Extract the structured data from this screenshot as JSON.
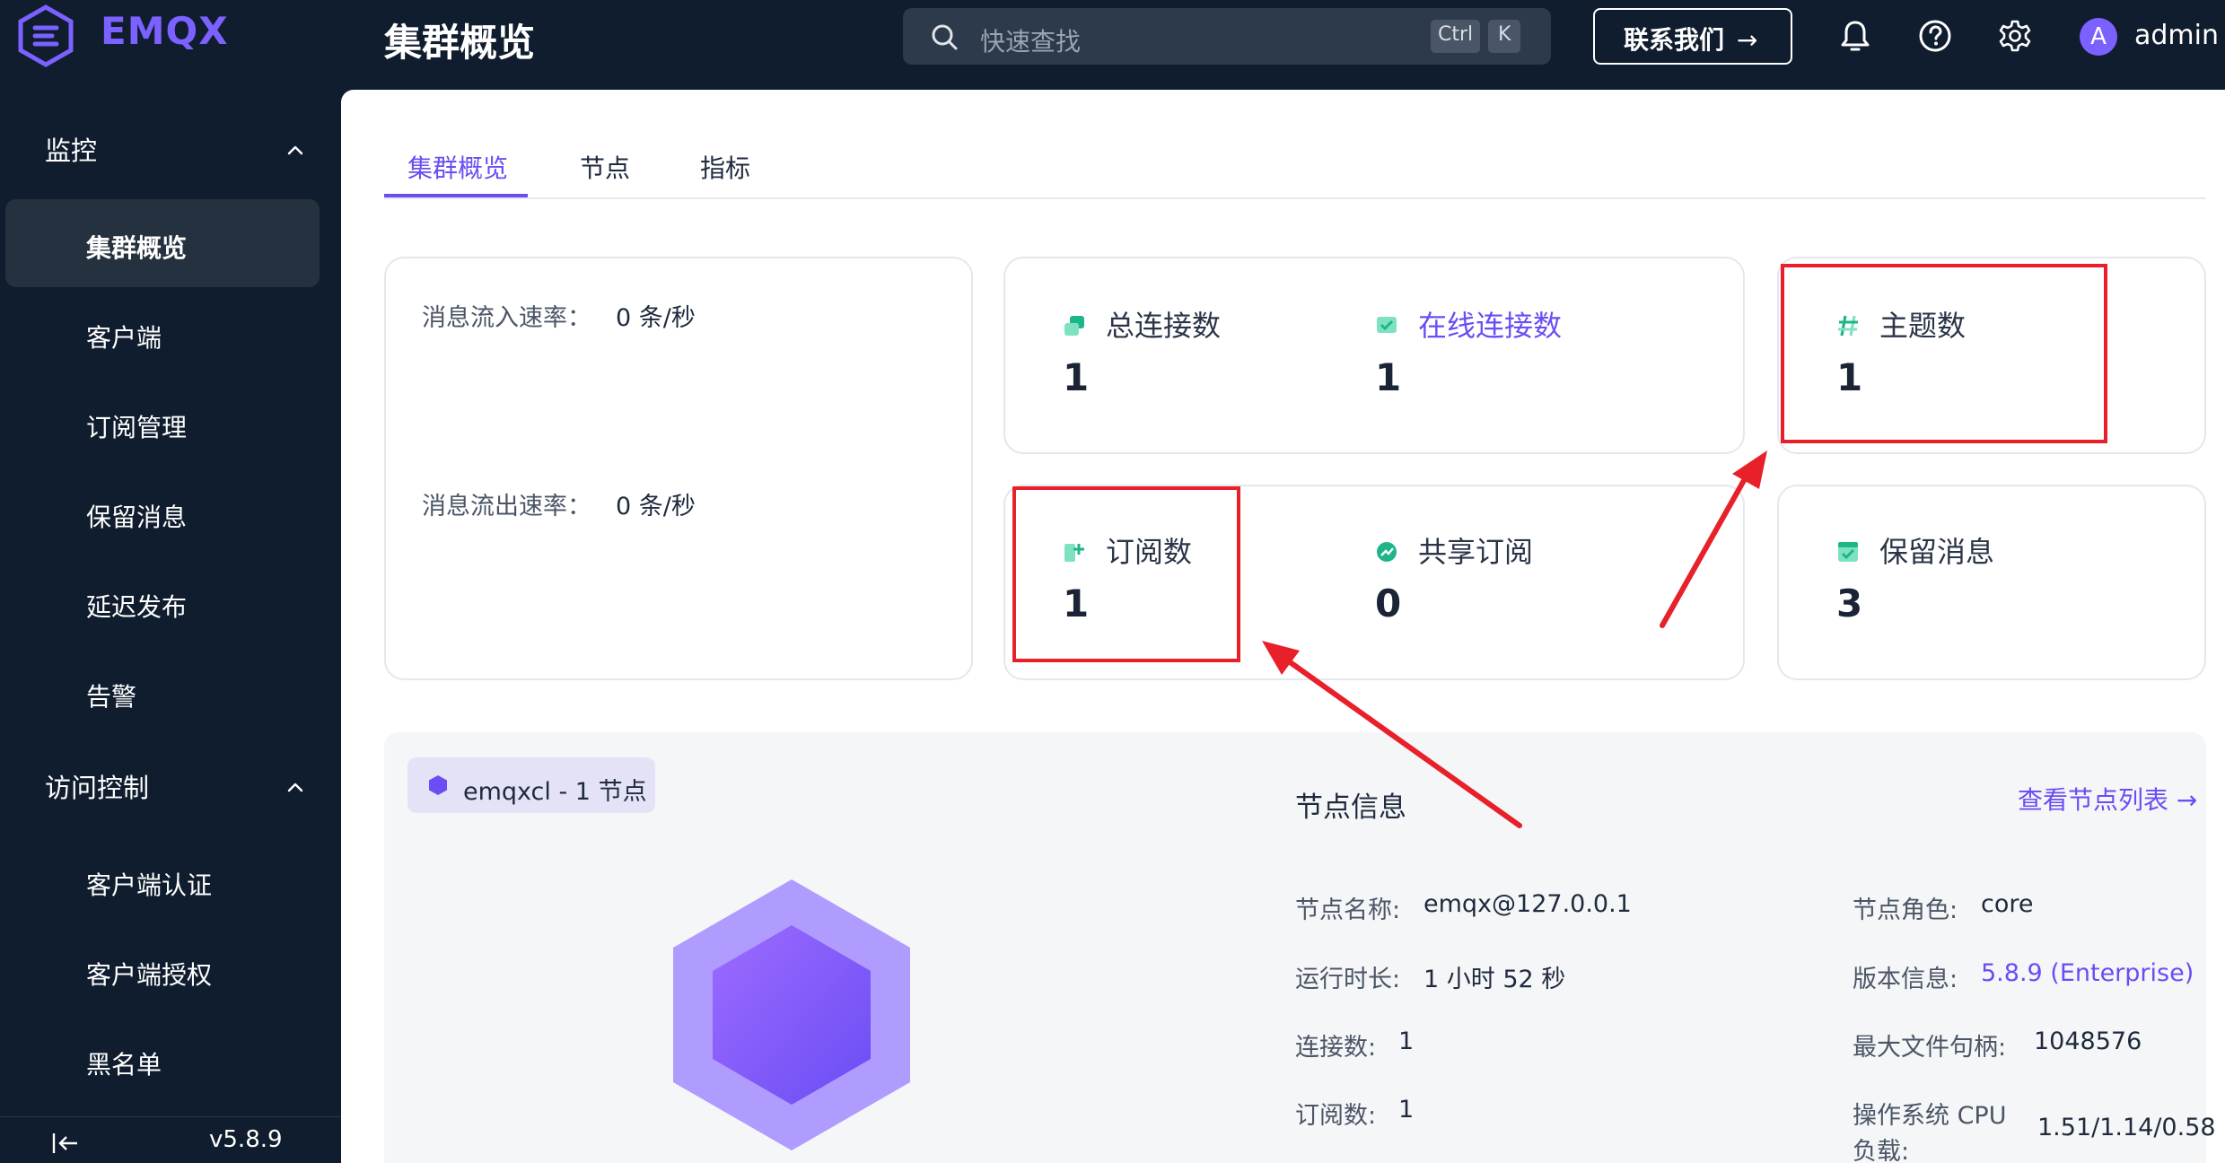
{
  "brand": {
    "name": "EMQX",
    "color": "#7b61ff"
  },
  "header": {
    "title": "集群概览",
    "search": {
      "placeholder": "快速查找",
      "shortcut_key1": "Ctrl",
      "shortcut_key2": "K"
    },
    "contact_label": "联系我们",
    "contact_arrow": "→",
    "icons": [
      "bell-icon",
      "help-icon",
      "gear-icon"
    ],
    "avatar_letter": "A",
    "username": "admin"
  },
  "sidebar": {
    "groups": [
      {
        "title": "监控",
        "items": [
          "集群概览",
          "客户端",
          "订阅管理",
          "保留消息",
          "延迟发布",
          "告警"
        ]
      },
      {
        "title": "访问控制",
        "items": [
          "客户端认证",
          "客户端授权",
          "黑名单"
        ]
      }
    ],
    "active_item": "集群概览",
    "version": "v5.8.9"
  },
  "tabs": [
    "集群概览",
    "节点",
    "指标"
  ],
  "rates": {
    "in_label": "消息流入速率：",
    "in_value": "0 条/秒",
    "out_label": "消息流出速率：",
    "out_value": "0 条/秒"
  },
  "stats": {
    "total_connections": {
      "label": "总连接数",
      "value": "1"
    },
    "online_connections": {
      "label": "在线连接数",
      "value": "1"
    },
    "topics": {
      "label": "主题数",
      "value": "1"
    },
    "subscriptions": {
      "label": "订阅数",
      "value": "1"
    },
    "shared_subscriptions": {
      "label": "共享订阅",
      "value": "0"
    },
    "retained": {
      "label": "保留消息",
      "value": "3"
    }
  },
  "cluster": {
    "badge": "emqxcl - 1 节点",
    "node_info_title": "节点信息",
    "view_nodes_link": "查看节点列表 →",
    "fields": {
      "node_name_label": "节点名称:",
      "node_name": "emqx@127.0.0.1",
      "uptime_label": "运行时长:",
      "uptime": "1 小时 52 秒",
      "connections_label": "连接数:",
      "connections": "1",
      "subscriptions_label": "订阅数:",
      "subscriptions": "1",
      "role_label": "节点角色:",
      "role": "core",
      "version_label": "版本信息:",
      "version": "5.8.9 (Enterprise)",
      "max_fds_label": "最大文件句柄:",
      "max_fds": "1048576",
      "cpu_label_line1": "操作系统 CPU",
      "cpu_label_line2": "负载:",
      "cpu_load": "1.51/1.14/0.58"
    }
  },
  "colors": {
    "accent": "#6a4df4",
    "annotation": "#e8202a",
    "sidebar_bg": "#0f1d2e"
  }
}
